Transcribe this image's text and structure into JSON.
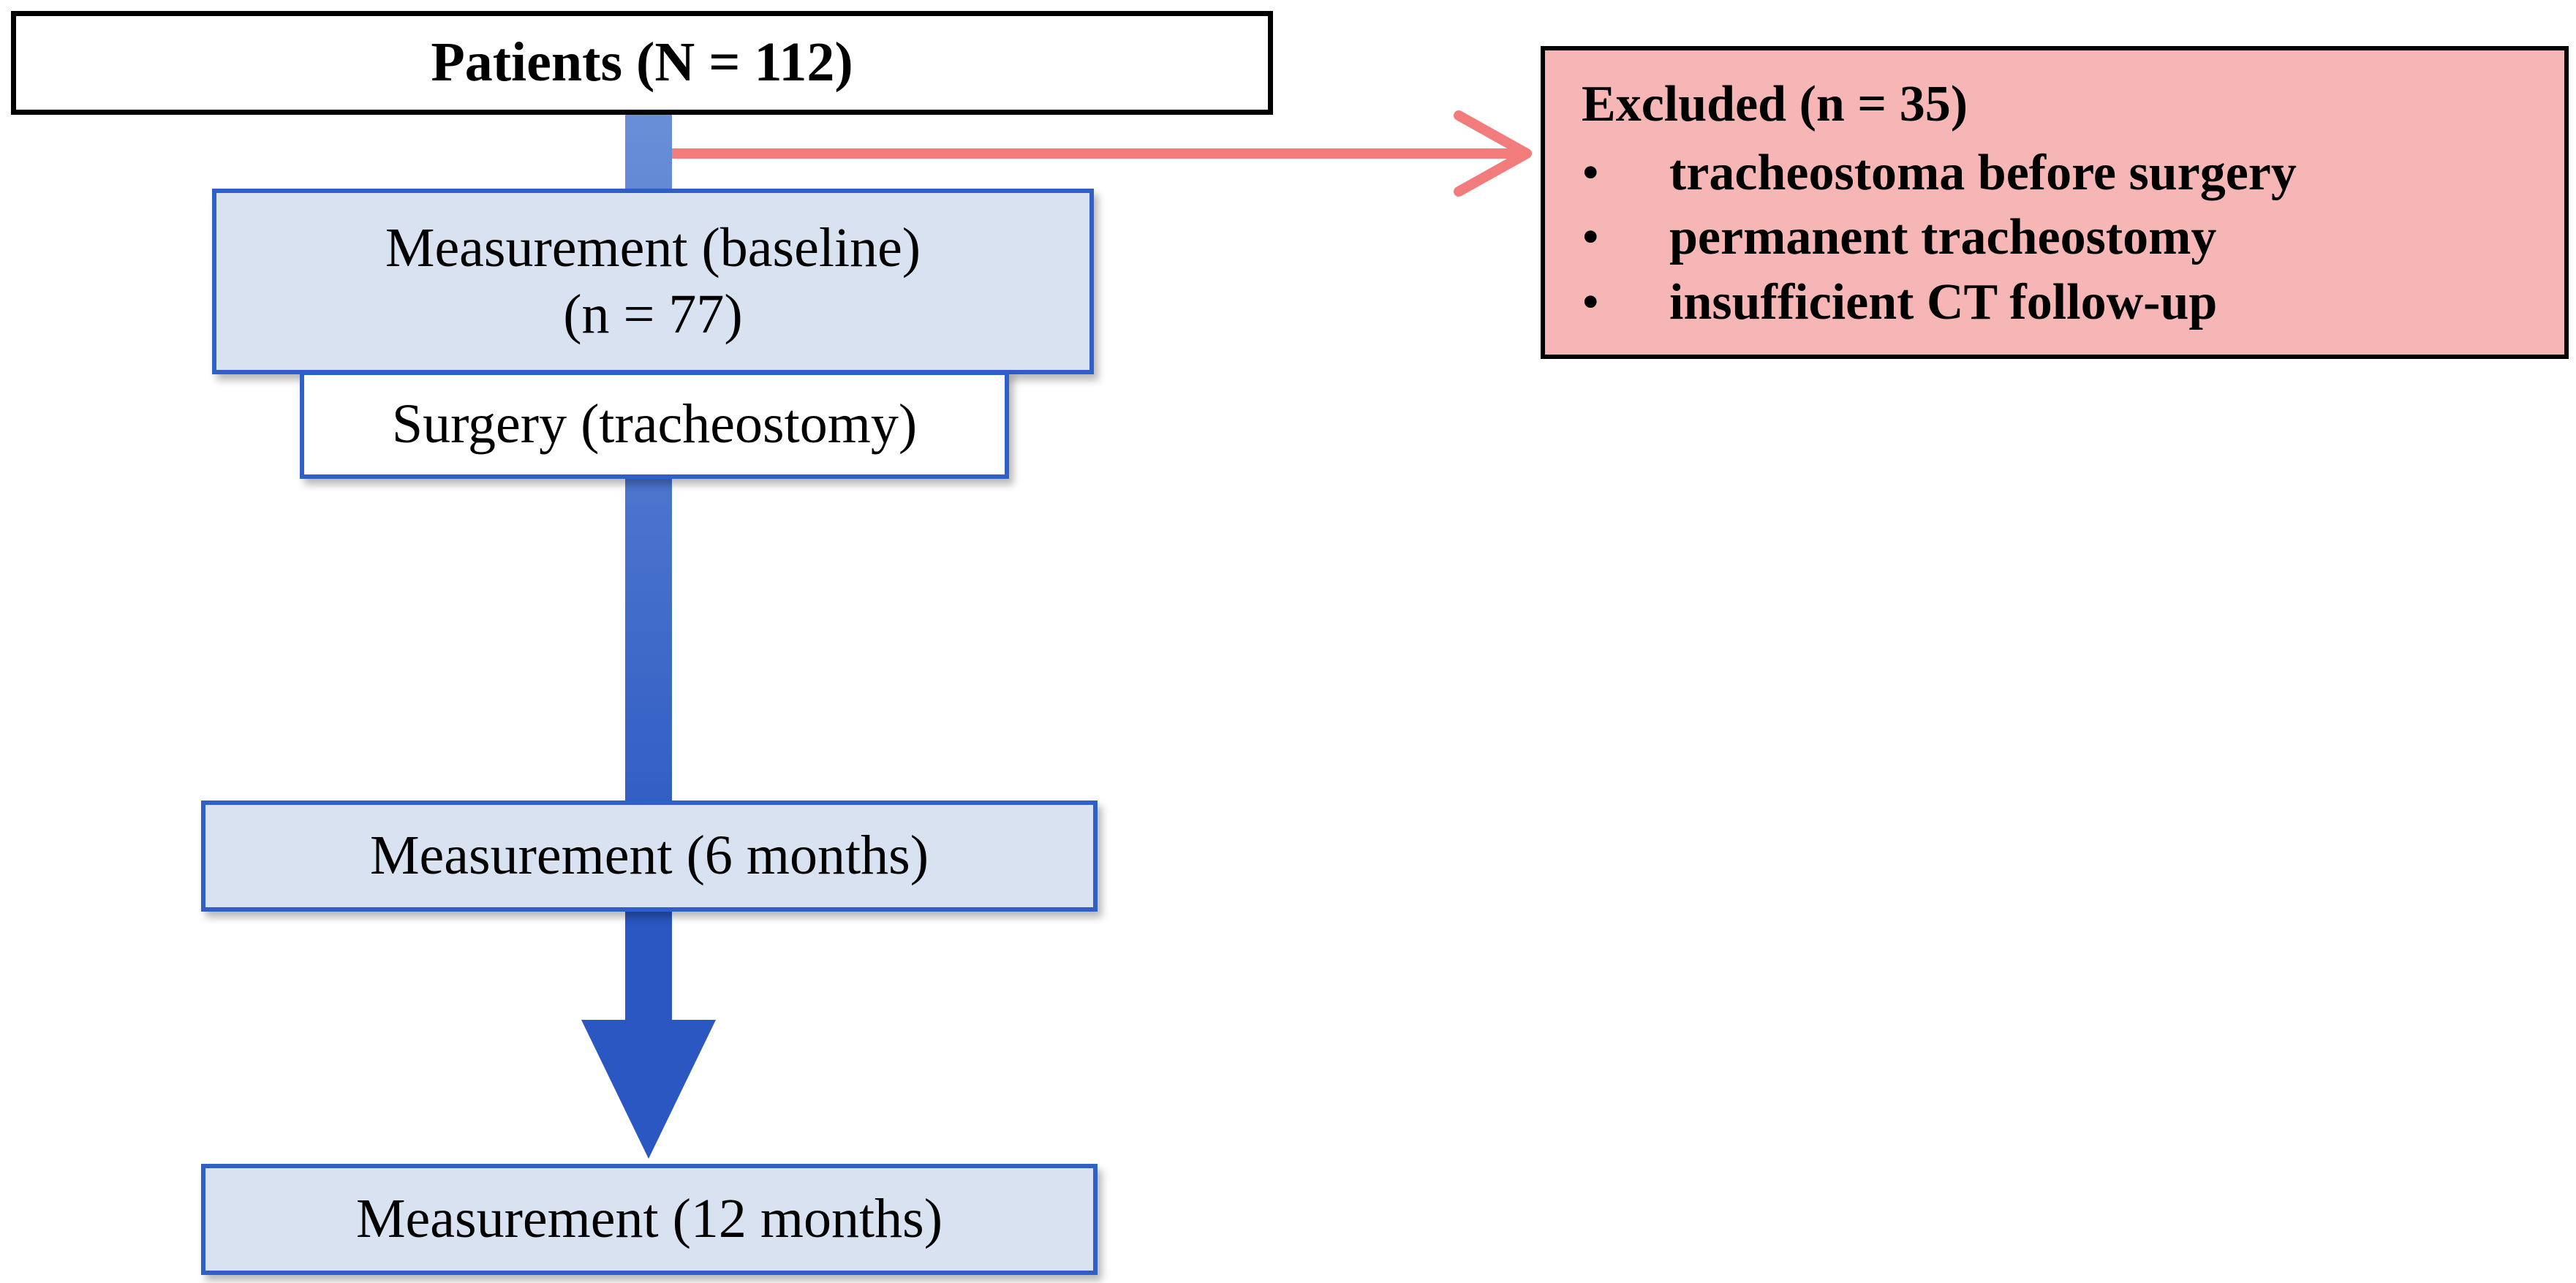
{
  "diagram": {
    "nodes": {
      "patients": "Patients (N = 112)",
      "baseline": {
        "line1": "Measurement (baseline)",
        "line2": "(n = 77)"
      },
      "surgery": "Surgery (tracheostomy)",
      "month6": "Measurement (6 months)",
      "month12": "Measurement (12 months)"
    },
    "excluded": {
      "title": "Excluded (n = 35)",
      "bullet": "•",
      "items": [
        "tracheostoma before surgery",
        "permanent tracheostomy",
        "insufficient CT follow-up"
      ]
    },
    "colors": {
      "flow_arrow": "#3563c9",
      "exclusion_arrow": "#f27c7c",
      "box_fill": "#d9e2f1",
      "box_border": "#2f5fc8",
      "excluded_fill": "#f7b6b6"
    }
  }
}
